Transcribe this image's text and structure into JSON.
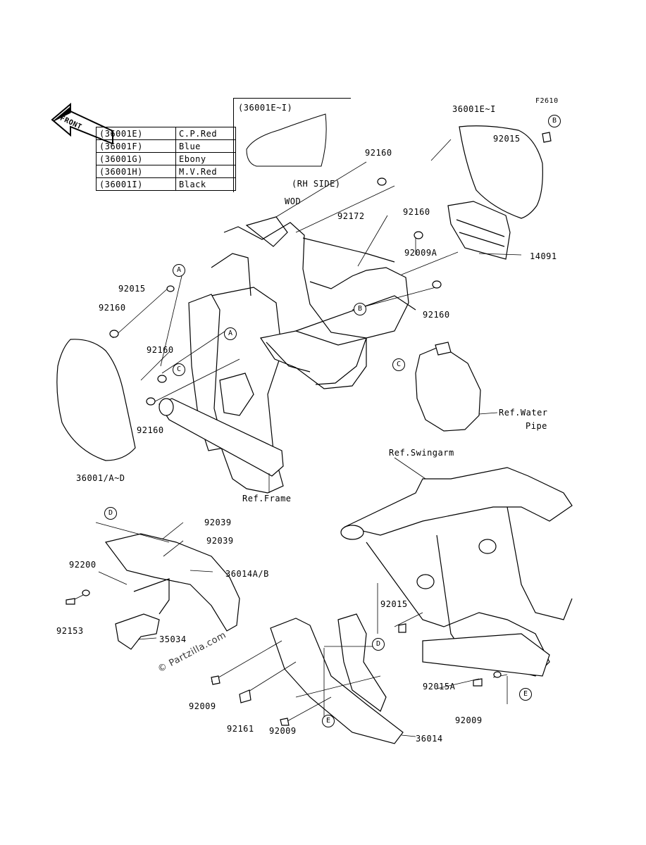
{
  "figure_code": "F2610",
  "front_label": "FRONT",
  "color_table": [
    {
      "code": "(36001E)",
      "color": "C.P.Red"
    },
    {
      "code": "(36001F)",
      "color": "Blue"
    },
    {
      "code": "(36001G)",
      "color": "Ebony"
    },
    {
      "code": "(36001H)",
      "color": "M.V.Red"
    },
    {
      "code": "(36001I)",
      "color": "Black"
    }
  ],
  "rh_inset": {
    "title": "(36001E~I)",
    "side": "(RH SIDE)"
  },
  "part_labels": {
    "p36001EI": "36001E~I",
    "p92015_top": "92015",
    "p92160_top": "92160",
    "wod": "WOD",
    "p92172": "92172",
    "p92160_mid": "92160",
    "p92009A": "92009A",
    "p14091": "14091",
    "p92015_left": "92015",
    "p92160_left": "92160",
    "p92160_right": "92160",
    "p92160_c": "92160",
    "p92160_lower": "92160",
    "ref_water_1": "Ref.Water",
    "ref_water_2": "Pipe",
    "ref_swingarm": "Ref.Swingarm",
    "p36001AD": "36001/A~D",
    "ref_frame": "Ref.Frame",
    "p92039_a": "92039",
    "p92039_b": "92039",
    "p92200": "92200",
    "p36014AB": "36014A/B",
    "p92153": "92153",
    "p35034": "35034",
    "p92015_bottom": "92015",
    "p92015A": "92015A",
    "p92009_a": "92009",
    "p92009_b": "92009",
    "p92009_c": "92009",
    "p92161": "92161",
    "p36014": "36014"
  },
  "callouts": {
    "A1": "A",
    "A2": "A",
    "B1": "B",
    "B2": "B",
    "C1": "C",
    "C2": "C",
    "D1": "D",
    "D2": "D",
    "E1": "E",
    "E2": "E"
  },
  "watermark": "© Partzilla.com"
}
